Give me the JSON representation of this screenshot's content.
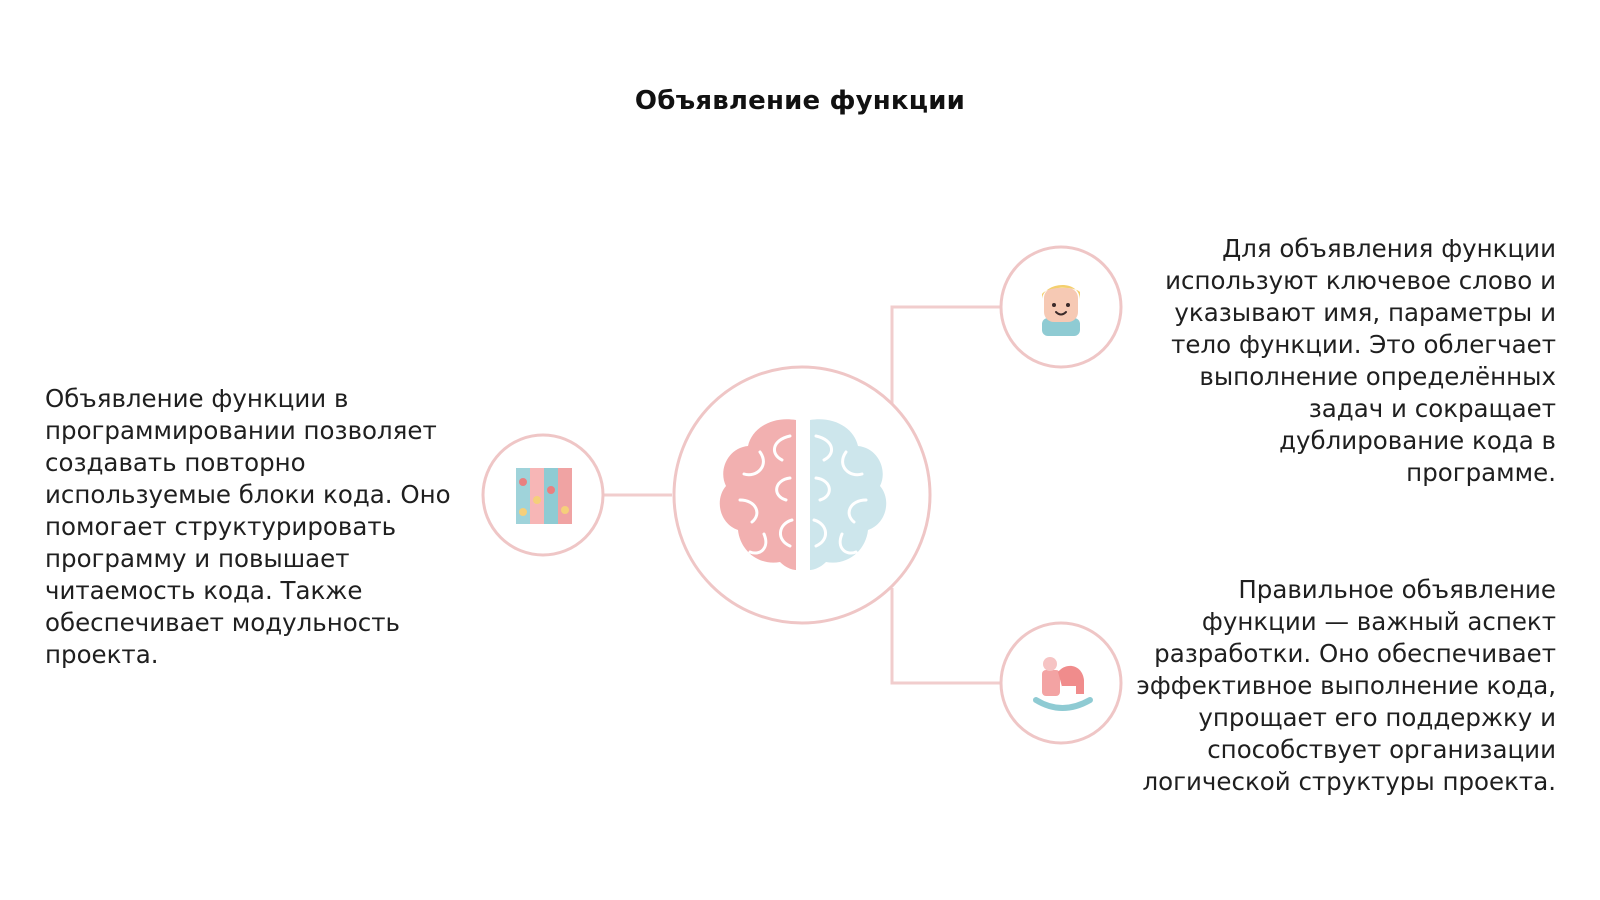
{
  "title": "Объявление функции",
  "colors": {
    "line": "#f1cdcd",
    "circle_stroke": "#efc6c6",
    "brain_left": "#f2b0b0",
    "brain_right": "#cde6ec"
  },
  "icons": {
    "center": "brain-icon",
    "left": "puzzle-blocks-icon",
    "right_top": "child-face-icon",
    "right_bottom": "rocking-horse-icon"
  },
  "blocks": {
    "left": "Объявление функции в программировании позволяет создавать повторно используемые блоки кода. Оно помогает структурировать программу и повышает читаемость кода. Также обеспечивает модульность проекта.",
    "right_top": "Для объявления функции используют ключевое слово и указывают имя, параметры и тело функции. Это облегчает выполнение определённых задач и сокращает дублирование кода в программе.",
    "right_bottom": "Правильное объявление функции — важный аспект разработки. Оно обеспечивает эффективное выполнение кода, упрощает его поддержку и способствует организации логической структуры проекта."
  }
}
